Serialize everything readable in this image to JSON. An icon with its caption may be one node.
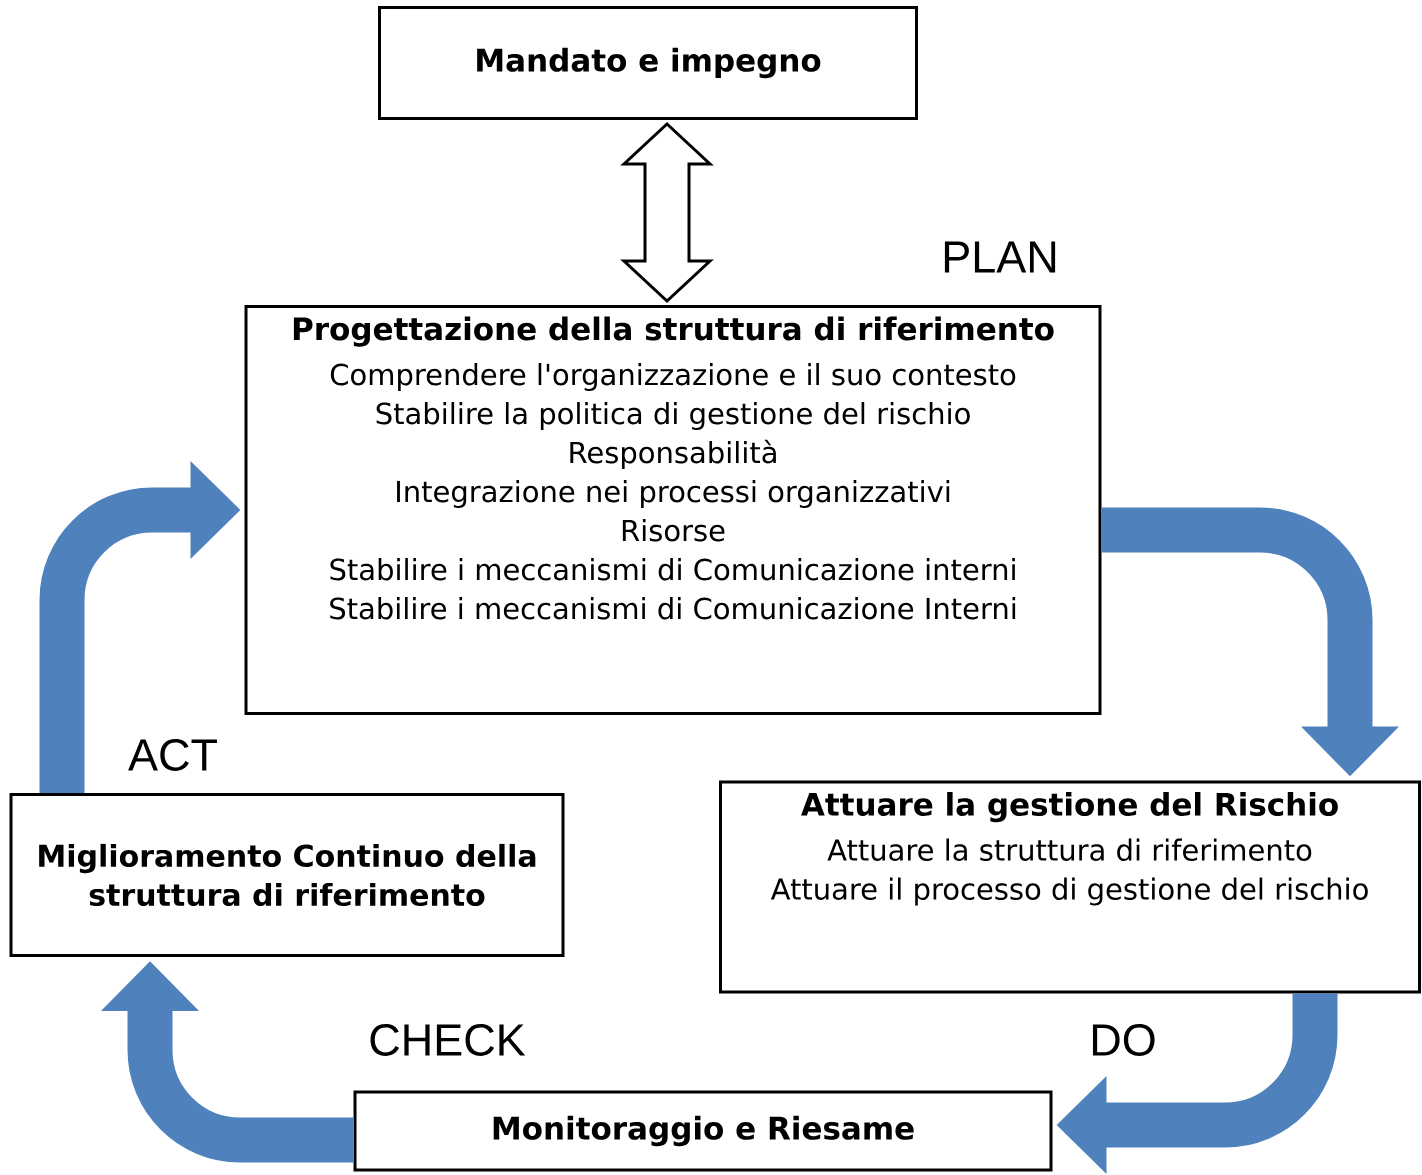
{
  "diagram": {
    "nodes": [
      {
        "text": [
          "Mandato e impegno"
        ]
      },
      {
        "text": [
          "Progettazione della struttura di riferimento",
          "Comprendere l'organizzazione e il suo contesto",
          "Stabilire la politica di gestione del rischio",
          "Responsabilità",
          "Integrazione nei processi organizzativi",
          "Risorse",
          "Stabilire i meccanismi di Comunicazione interni",
          "Stabilire i meccanismi di Comunicazione Interni"
        ]
      },
      {
        "text": [
          "Attuare la gestione del Rischio",
          "Attuare la struttura di riferimento",
          "Attuare il processo di gestione del rischio"
        ]
      },
      {
        "text": [
          "Monitoraggio e Riesame"
        ]
      },
      {
        "text": [
          "Miglioramento Continuo della struttura di riferimento"
        ]
      }
    ],
    "edges": [
      {
        "from": 0,
        "to": 1,
        "arrow": "both",
        "color": "#000000"
      },
      {
        "from": 1,
        "to": 2,
        "arrow": "to"
      },
      {
        "from": 2,
        "to": 3,
        "arrow": "to"
      },
      {
        "from": 3,
        "to": 4,
        "arrow": "to"
      },
      {
        "from": 4,
        "to": 1,
        "arrow": "to"
      }
    ],
    "labels": [
      "PLAN",
      "ACT",
      "CHECK",
      "DO"
    ]
  }
}
